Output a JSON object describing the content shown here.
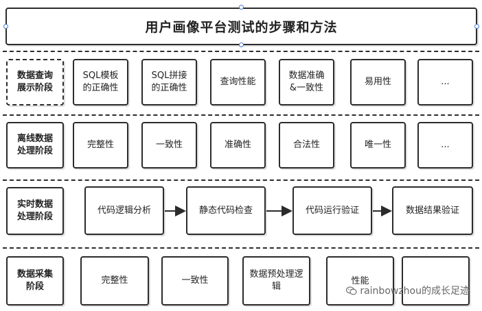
{
  "title": "用户画像平台测试的步骤和方法",
  "rows": [
    {
      "stage": "数据查询\n展示阶段",
      "items": [
        "SQL模板\n的正确性",
        "SQL拼接\n的正确性",
        "查询性能",
        "数据准确\n&一致性",
        "易用性",
        "..."
      ]
    },
    {
      "stage": "离线数据\n处理阶段",
      "items": [
        "完整性",
        "一致性",
        "准确性",
        "合法性",
        "唯一性",
        "..."
      ]
    },
    {
      "stage": "实时数据\n处理阶段",
      "items": [
        "代码逻辑分析",
        "静态代码检查",
        "代码运行验证",
        "数据结果验证"
      ]
    },
    {
      "stage": "数据采集\n阶段",
      "items": [
        "完整性",
        "一致性",
        "数据预处理逻\n辑",
        "性能",
        ""
      ]
    }
  ],
  "watermark": "rainbowzhou的成长足迹",
  "watermark_icon": "wechat-icon"
}
